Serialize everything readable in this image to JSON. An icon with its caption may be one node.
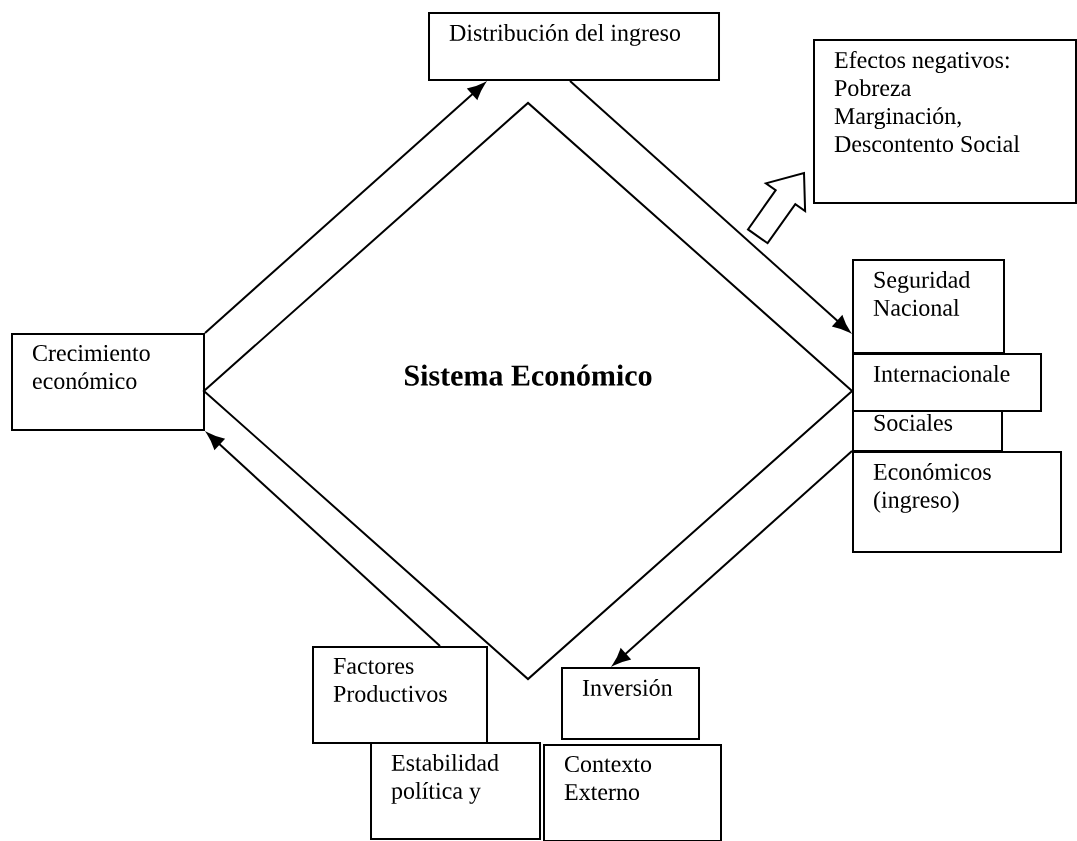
{
  "diagram": {
    "nodes": [
      {
        "text": [
          "Distribución del ingreso"
        ]
      },
      {
        "text": [
          "Efectos negativos:",
          "Pobreza",
          "Marginación,",
          "Descontento Social"
        ]
      },
      {
        "text": [
          "Crecimiento económico"
        ]
      },
      {
        "text": [
          "Sistema Económico"
        ]
      },
      {
        "text": [
          "Seguridad Nacional"
        ]
      },
      {
        "text": [
          "Internacionale"
        ]
      },
      {
        "text": [
          "Sociales"
        ]
      },
      {
        "text": [
          "Económicos (ingreso)"
        ]
      },
      {
        "text": [
          "Factores Productivos"
        ]
      },
      {
        "text": [
          "Estabilidad política y"
        ]
      },
      {
        "text": [
          "Inversión"
        ]
      },
      {
        "text": [
          "Contexto Externo"
        ]
      }
    ],
    "edges": [
      {
        "from": 2,
        "to": 0,
        "arrow": "to"
      },
      {
        "from": 0,
        "to": 4,
        "arrow": "to"
      },
      {
        "from": 7,
        "to": 10,
        "arrow": "to"
      },
      {
        "from": 8,
        "to": 2,
        "arrow": "to"
      },
      {
        "from": null,
        "to": 1,
        "arrow": "to"
      }
    ]
  }
}
